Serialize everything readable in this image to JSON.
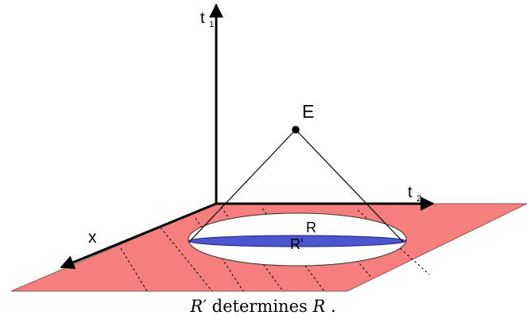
{
  "labels": {
    "t1_main": "t",
    "t1_sub": "1",
    "t2_main": "t",
    "t2_sub": "2",
    "x_axis": "x",
    "event": "E",
    "region_outer": "R",
    "region_inner": "R'"
  },
  "caption": {
    "r_prime": "R′",
    "middle": " determines ",
    "r": "R",
    "end": "."
  },
  "colors": {
    "plane_fill": "#f47f7c",
    "plane_stroke": "#8a5a5a",
    "outer_region_fill": "#ffffff",
    "inner_region_fill": "#4a55cf",
    "axis": "#000000",
    "hatch": "#000000"
  }
}
